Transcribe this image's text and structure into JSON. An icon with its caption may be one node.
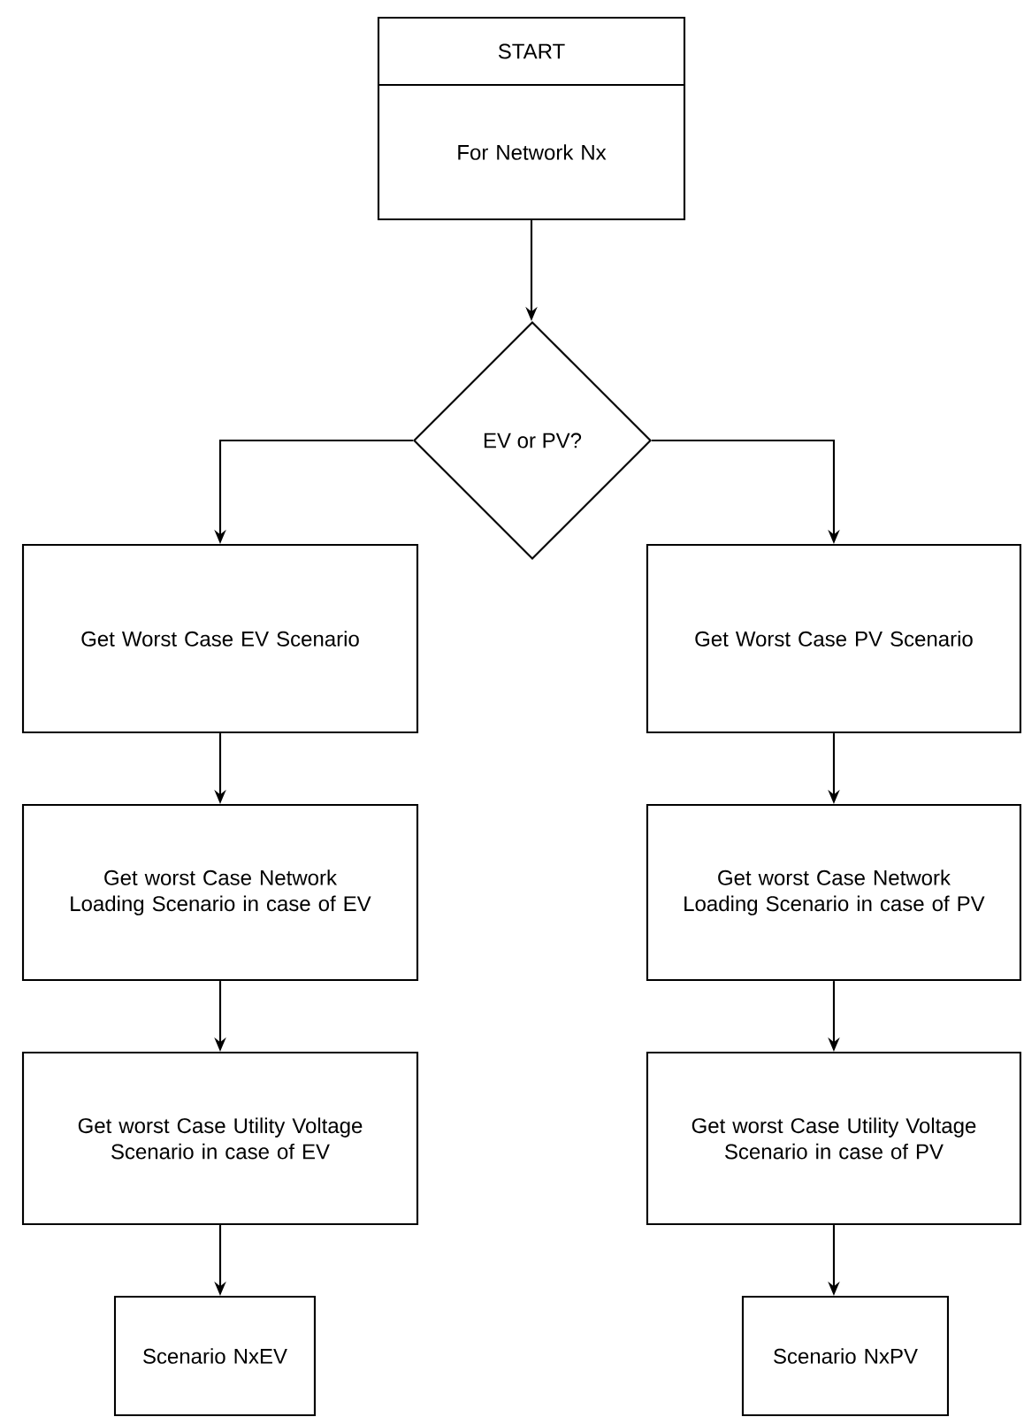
{
  "diagram": {
    "nodes": [
      {
        "text": [
          "START",
          "For Network Nx"
        ]
      },
      {
        "text": [
          "EV or PV?"
        ]
      },
      {
        "text": [
          "Get Worst Case EV Scenario"
        ]
      },
      {
        "text": [
          "Get Worst Case PV Scenario"
        ]
      },
      {
        "text": [
          "Get worst Case Network Loading Scenario in case of EV"
        ]
      },
      {
        "text": [
          "Get worst Case Network Loading Scenario in case of PV"
        ]
      },
      {
        "text": [
          "Get worst Case Utility Voltage Scenario in case of EV"
        ]
      },
      {
        "text": [
          "Get worst Case Utility Voltage Scenario in case of PV"
        ]
      },
      {
        "text": [
          "Scenario NxEV"
        ]
      },
      {
        "text": [
          "Scenario NxPV"
        ]
      }
    ],
    "edges": [
      {
        "from": 0,
        "to": 1,
        "arrow": "to"
      },
      {
        "from": 1,
        "to": 2,
        "arrow": "to"
      },
      {
        "from": 1,
        "to": 3,
        "arrow": "to"
      },
      {
        "from": 2,
        "to": 4,
        "arrow": "to"
      },
      {
        "from": 4,
        "to": 6,
        "arrow": "to"
      },
      {
        "from": 6,
        "to": 8,
        "arrow": "to"
      },
      {
        "from": 3,
        "to": 5,
        "arrow": "to"
      },
      {
        "from": 5,
        "to": 7,
        "arrow": "to"
      },
      {
        "from": 7,
        "to": 9,
        "arrow": "to"
      }
    ]
  }
}
